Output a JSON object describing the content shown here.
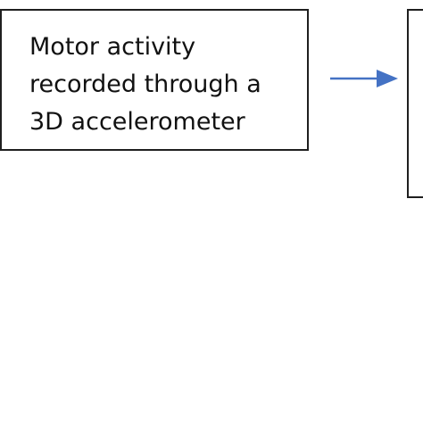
{
  "diagram": {
    "boxes": [
      {
        "id": "motor-activity",
        "lines": [
          "Motor activity",
          "recorded through a",
          "3D accelerometer"
        ]
      },
      {
        "id": "next-step",
        "lines": []
      }
    ],
    "connectors": [
      {
        "from": "motor-activity",
        "to": "next-step",
        "color": "#4472C4"
      }
    ],
    "colors": {
      "box_border": "#1f1f1f",
      "text": "#111111",
      "arrow": "#4472C4",
      "background": "#ffffff"
    }
  }
}
